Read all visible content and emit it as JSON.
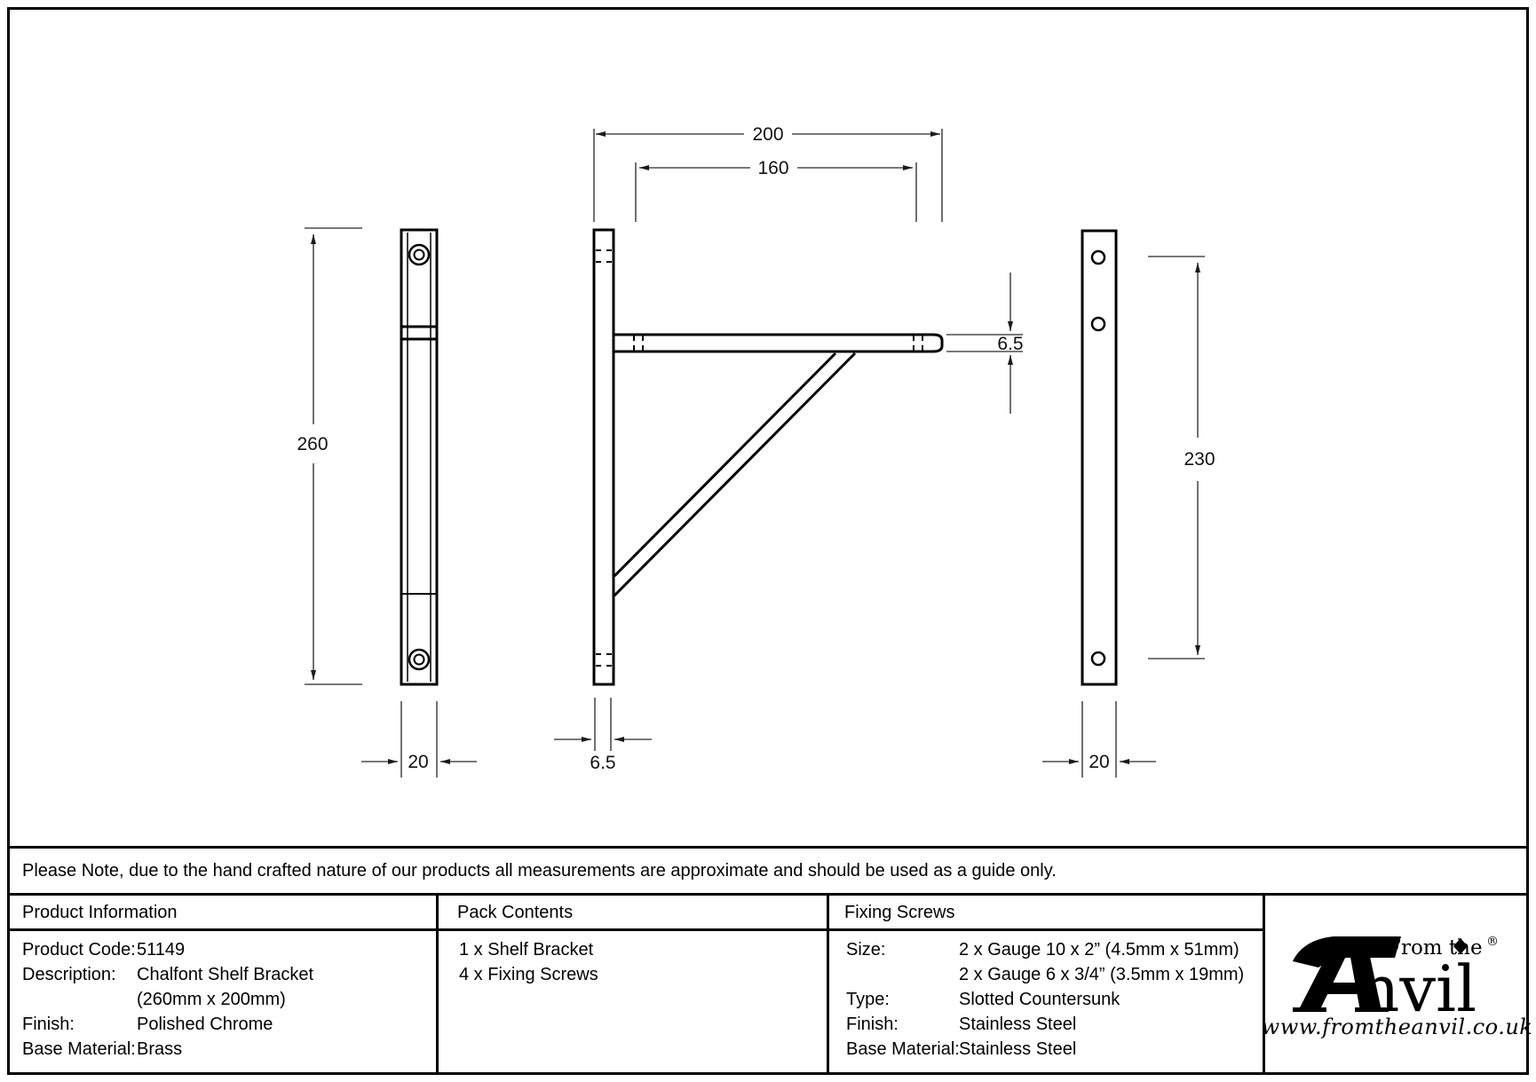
{
  "drawing": {
    "dims": {
      "arm_length": "200",
      "arm_hole_spacing": "160",
      "plate_height": "260",
      "plate_hole_spacing": "230",
      "plate_width_front": "20",
      "plate_width_back": "20",
      "arm_thickness": "6.5",
      "plate_thickness": "6.5"
    }
  },
  "note": "Please Note, due to the hand crafted nature of our products all measurements are approximate and should be used as a guide only.",
  "product_information": {
    "header": "Product Information",
    "rows": [
      {
        "label": "Product Code:",
        "value": "51149"
      },
      {
        "label": "Description:",
        "value": "Chalfont Shelf Bracket"
      },
      {
        "label": "",
        "value": "(260mm x 200mm)"
      },
      {
        "label": "Finish:",
        "value": "Polished Chrome"
      },
      {
        "label": "Base Material:",
        "value": "Brass"
      }
    ]
  },
  "pack_contents": {
    "header": "Pack Contents",
    "items": [
      "1 x Shelf Bracket",
      "4 x Fixing Screws"
    ]
  },
  "fixing_screws": {
    "header": "Fixing Screws",
    "rows": [
      {
        "label": "Size:",
        "value": "2 x Gauge 10 x 2” (4.5mm x 51mm)"
      },
      {
        "label": "",
        "value": "2 x Gauge 6 x 3/4” (3.5mm x 19mm)"
      },
      {
        "label": "Type:",
        "value": "Slotted Countersunk"
      },
      {
        "label": "Finish:",
        "value": "Stainless Steel"
      },
      {
        "label": "Base Material:",
        "value": "Stainless Steel"
      }
    ]
  },
  "logo": {
    "brand": "Anvil",
    "brand_rest": "nvil",
    "prefix": "From the",
    "registered": "®",
    "website": "www.fromtheanvil.co.uk"
  },
  "colors": {
    "object_line": "#000000",
    "dimension_line": "#4d4d4d",
    "text": "#111111",
    "background": "#ffffff"
  }
}
